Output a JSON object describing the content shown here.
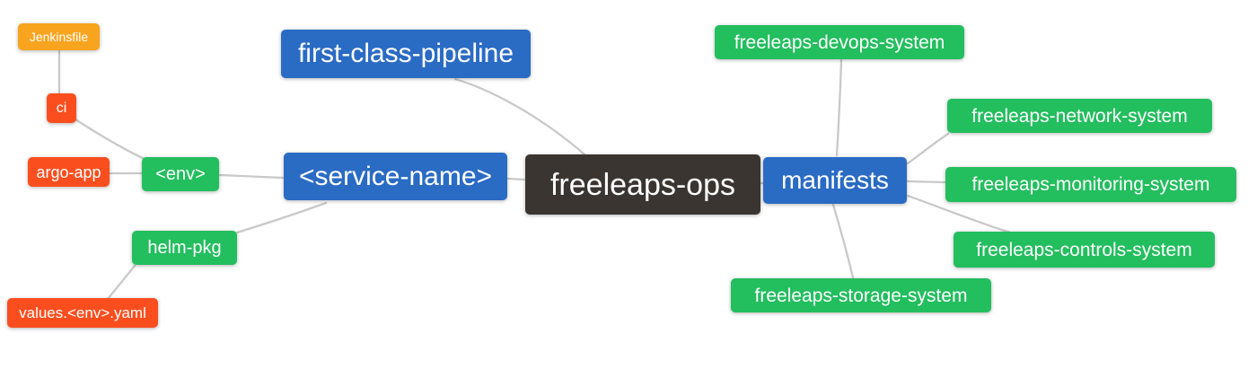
{
  "diagram": {
    "type": "mindmap",
    "palette": {
      "root_node": "#3A3531",
      "branch_node": "#2A6BC4",
      "green_node": "#23BE5E",
      "red_orange_node": "#FB4E1E",
      "orange_node": "#F8A41F",
      "edge_line": "#C9C9C9",
      "node_text": "#FFFFFF",
      "background": "#FFFFFF"
    },
    "nodes": {
      "freeleaps_ops": {
        "label": "freeleaps-ops",
        "color": "#3A3531"
      },
      "first_class_pipeline": {
        "label": "first-class-pipeline",
        "color": "#2A6BC4"
      },
      "service_name": {
        "label": "<service-name>",
        "color": "#2A6BC4"
      },
      "manifests": {
        "label": "manifests",
        "color": "#2A6BC4"
      },
      "env": {
        "label": "<env>",
        "color": "#23BE5E"
      },
      "helm_pkg": {
        "label": "helm-pkg",
        "color": "#23BE5E"
      },
      "ci": {
        "label": "ci",
        "color": "#FB4E1E"
      },
      "argo_app": {
        "label": "argo-app",
        "color": "#FB4E1E"
      },
      "jenkinsfile": {
        "label": "Jenkinsfile",
        "color": "#F8A41F"
      },
      "values_env_yaml": {
        "label": "values.<env>.yaml",
        "color": "#FB4E1E"
      },
      "devops_system": {
        "label": "freeleaps-devops-system",
        "color": "#23BE5E"
      },
      "network_system": {
        "label": "freeleaps-network-system",
        "color": "#23BE5E"
      },
      "monitoring_system": {
        "label": "freeleaps-monitoring-system",
        "color": "#23BE5E"
      },
      "controls_system": {
        "label": "freeleaps-controls-system",
        "color": "#23BE5E"
      },
      "storage_system": {
        "label": "freeleaps-storage-system",
        "color": "#23BE5E"
      }
    },
    "edges": [
      {
        "from": "freeleaps_ops",
        "to": "first_class_pipeline"
      },
      {
        "from": "freeleaps_ops",
        "to": "service_name"
      },
      {
        "from": "freeleaps_ops",
        "to": "manifests"
      },
      {
        "from": "service_name",
        "to": "env"
      },
      {
        "from": "service_name",
        "to": "helm_pkg"
      },
      {
        "from": "env",
        "to": "ci"
      },
      {
        "from": "env",
        "to": "argo_app"
      },
      {
        "from": "ci",
        "to": "jenkinsfile"
      },
      {
        "from": "helm_pkg",
        "to": "values_env_yaml"
      },
      {
        "from": "manifests",
        "to": "devops_system"
      },
      {
        "from": "manifests",
        "to": "network_system"
      },
      {
        "from": "manifests",
        "to": "monitoring_system"
      },
      {
        "from": "manifests",
        "to": "controls_system"
      },
      {
        "from": "manifests",
        "to": "storage_system"
      }
    ]
  }
}
